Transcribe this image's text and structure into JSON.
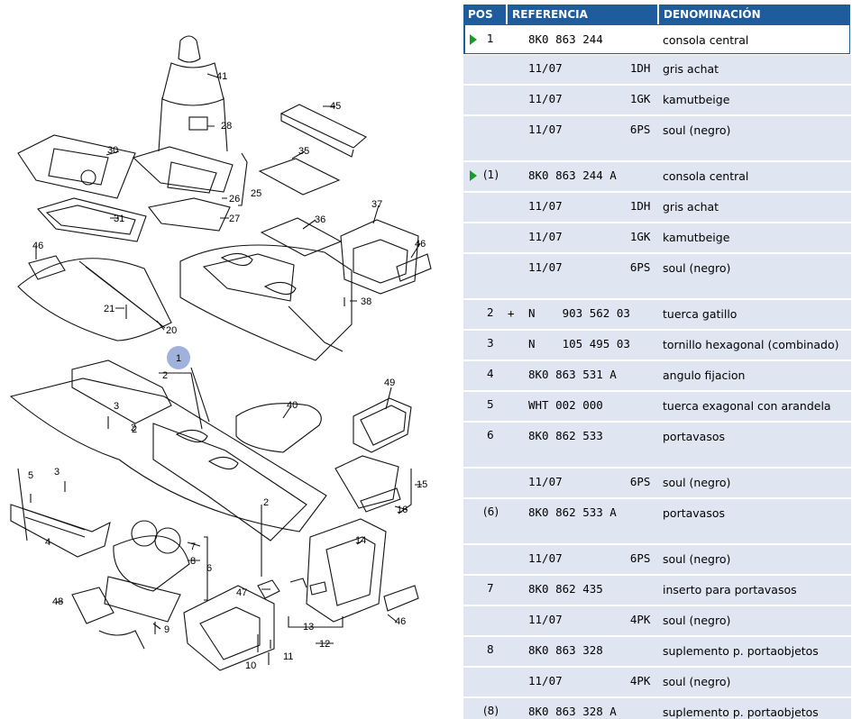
{
  "table": {
    "headers": {
      "pos": "POS",
      "ref": "REFERENCIA",
      "den": "DENOMINACIÓN"
    },
    "rows": [
      {
        "pos": "1",
        "ref": "8K0 863 244",
        "den": "consola central",
        "marker": true,
        "selected": true
      },
      {
        "pos": "",
        "ref": "11/07          1DH",
        "den": "gris achat"
      },
      {
        "pos": "",
        "ref": "11/07          1GK",
        "den": "kamutbeige"
      },
      {
        "pos": "",
        "ref": "11/07          6PS",
        "den": "soul (negro)"
      },
      {
        "pos": "(1)",
        "ref": "8K0 863 244 A",
        "den": "consola central",
        "marker": true
      },
      {
        "pos": "",
        "ref": "11/07          1DH",
        "den": "gris achat"
      },
      {
        "pos": "",
        "ref": "11/07          1GK",
        "den": "kamutbeige"
      },
      {
        "pos": "",
        "ref": "11/07          6PS",
        "den": "soul (negro)"
      },
      {
        "pos": "2",
        "plus": "+",
        "ref": "N    903 562 03",
        "den": "tuerca gatillo"
      },
      {
        "pos": "3",
        "ref": "N    105 495 03",
        "den": "tornillo hexagonal (combinado)"
      },
      {
        "pos": "4",
        "ref": "8K0 863 531 A",
        "den": "angulo fijacion"
      },
      {
        "pos": "5",
        "ref": "WHT 002 000",
        "den": "tuerca exagonal con arandela"
      },
      {
        "pos": "6",
        "ref": "8K0 862 533",
        "den": "portavasos"
      },
      {
        "pos": "",
        "ref": "11/07          6PS",
        "den": "soul (negro)"
      },
      {
        "pos": "(6)",
        "ref": "8K0 862 533 A",
        "den": "portavasos"
      },
      {
        "pos": "",
        "ref": "11/07          6PS",
        "den": "soul (negro)"
      },
      {
        "pos": "7",
        "ref": "8K0 862 435",
        "den": "inserto para portavasos"
      },
      {
        "pos": "",
        "ref": "11/07          4PK",
        "den": "soul (negro)"
      },
      {
        "pos": "8",
        "ref": "8K0 863 328",
        "den": "suplemento p. portaobjetos"
      },
      {
        "pos": "",
        "ref": "11/07          4PK",
        "den": "soul (negro)"
      },
      {
        "pos": "(8)",
        "ref": "8K0 863 328 A",
        "den": "suplemento p. portaobjetos"
      }
    ]
  },
  "diagram": {
    "callouts": [
      "41",
      "28",
      "45",
      "30",
      "26",
      "25",
      "35",
      "31",
      "27",
      "36",
      "37",
      "46",
      "21",
      "20",
      "38",
      "1",
      "2",
      "3",
      "40",
      "49",
      "5",
      "3",
      "2",
      "15",
      "4",
      "7",
      "8",
      "6",
      "16",
      "14",
      "48",
      "47",
      "46",
      "9",
      "13",
      "12",
      "10",
      "11",
      "2",
      "2",
      "46"
    ],
    "selected_callout": "1",
    "selected_color": "#8fa3d6"
  },
  "colors": {
    "header_bg": "#1f5c9e",
    "row_bg": "#dfe6f2",
    "marker": "#1a9a2a"
  }
}
